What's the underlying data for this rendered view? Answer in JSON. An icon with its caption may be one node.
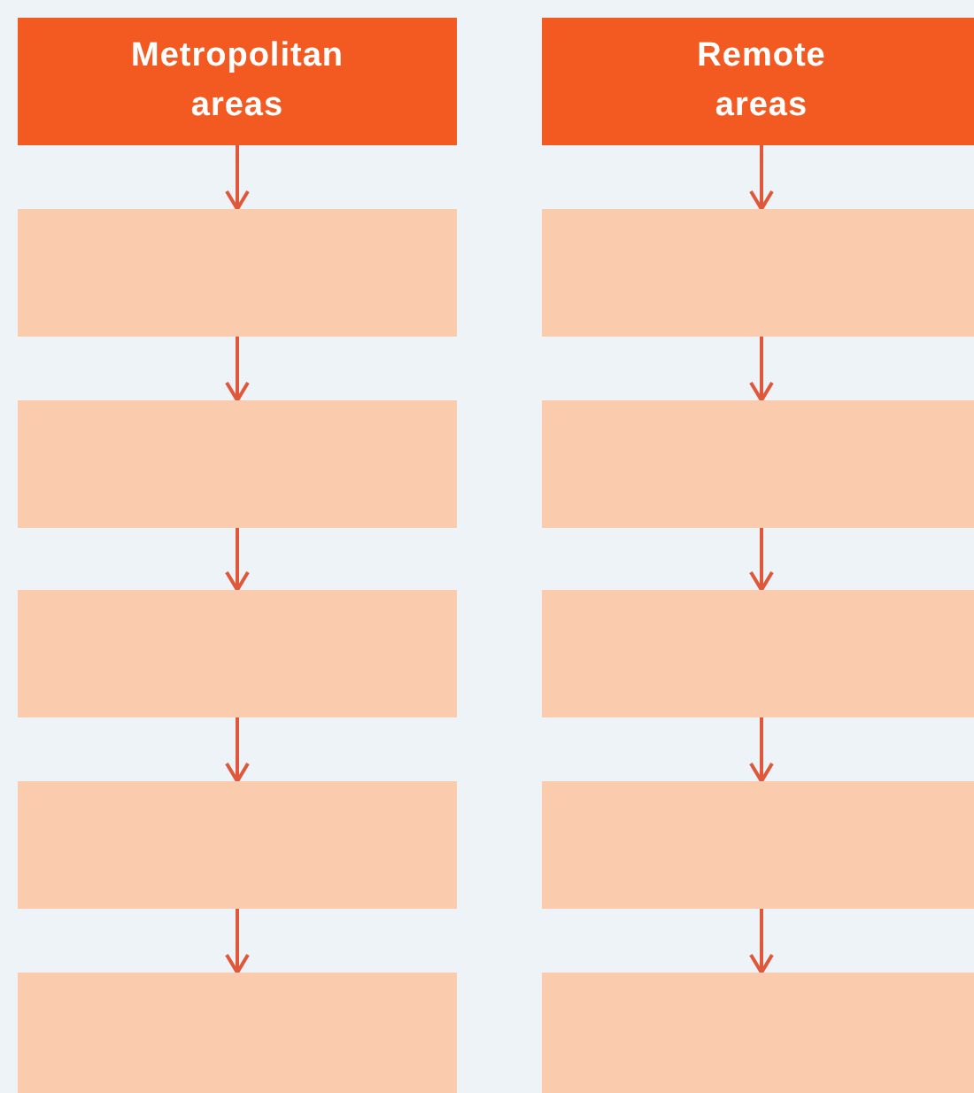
{
  "diagram": {
    "nodes": [
      {
        "text": [
          "Metropolitan areas"
        ]
      },
      {
        "text": [],
        "shape": "box"
      },
      {
        "text": [],
        "shape": "box"
      },
      {
        "text": [],
        "shape": "box"
      },
      {
        "text": [],
        "shape": "box"
      },
      {
        "text": [],
        "shape": "box"
      },
      {
        "text": [
          "Remote areas"
        ]
      },
      {
        "text": [],
        "shape": "box"
      },
      {
        "text": [],
        "shape": "box"
      },
      {
        "text": [],
        "shape": "box"
      },
      {
        "text": [],
        "shape": "box"
      },
      {
        "text": [],
        "shape": "box"
      }
    ],
    "edges": [
      {
        "from": 0,
        "to": 1,
        "arrow": "to"
      },
      {
        "from": 1,
        "to": 2,
        "arrow": "to"
      },
      {
        "from": 2,
        "to": 3,
        "arrow": "to"
      },
      {
        "from": 3,
        "to": 4,
        "arrow": "to"
      },
      {
        "from": 4,
        "to": 5,
        "arrow": "to"
      },
      {
        "from": 6,
        "to": 7,
        "arrow": "to"
      },
      {
        "from": 7,
        "to": 8,
        "arrow": "to"
      },
      {
        "from": 8,
        "to": 9,
        "arrow": "to"
      },
      {
        "from": 9,
        "to": 10,
        "arrow": "to"
      },
      {
        "from": 10,
        "to": 11,
        "arrow": "to"
      }
    ]
  }
}
